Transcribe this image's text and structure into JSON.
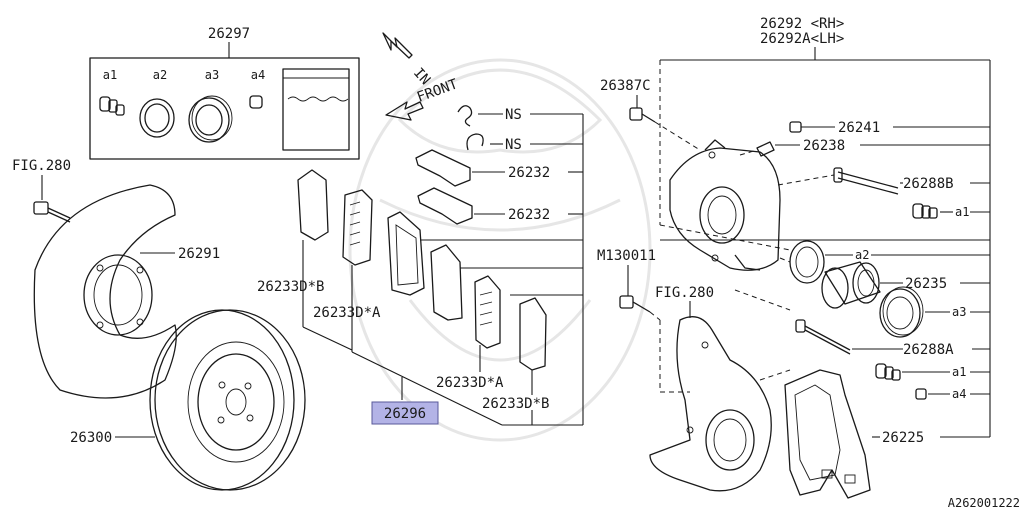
{
  "colors": {
    "line": "#1a1a1a",
    "background": "#ffffff",
    "highlight_fill": "#b3b3e6",
    "highlight_border": "#5a5a9a",
    "watermark": "#e6e6e6"
  },
  "arrows": {
    "in": "IN",
    "front": "FRONT"
  },
  "kit_box": {
    "label": "26297",
    "items": [
      "a1",
      "a2",
      "a3",
      "a4"
    ]
  },
  "labels": {
    "fig280_left": "FIG.280",
    "fig280_mid": "FIG.280",
    "p26291": "26291",
    "p26300": "26300",
    "p26233db_left": "26233D*B",
    "p26233da_left": "26233D*A",
    "p26233da_right": "26233D*A",
    "p26233db_right": "26233D*B",
    "p26296": "26296",
    "ns1": "NS",
    "ns2": "NS",
    "p26232_1": "26232",
    "p26232_2": "26232",
    "caliper_rh": "26292 <RH>",
    "caliper_lh": "26292A<LH>",
    "p26387c": "26387C",
    "p26241": "26241",
    "p26238": "26238",
    "p26288b": "26288B",
    "a1_upper": "a1",
    "m130011": "M130011",
    "a2": "a2",
    "p26235": "26235",
    "a3": "a3",
    "p26288a": "26288A",
    "a1_lower": "a1",
    "a4": "a4",
    "p26225": "26225",
    "diagram_id": "A262001222"
  }
}
